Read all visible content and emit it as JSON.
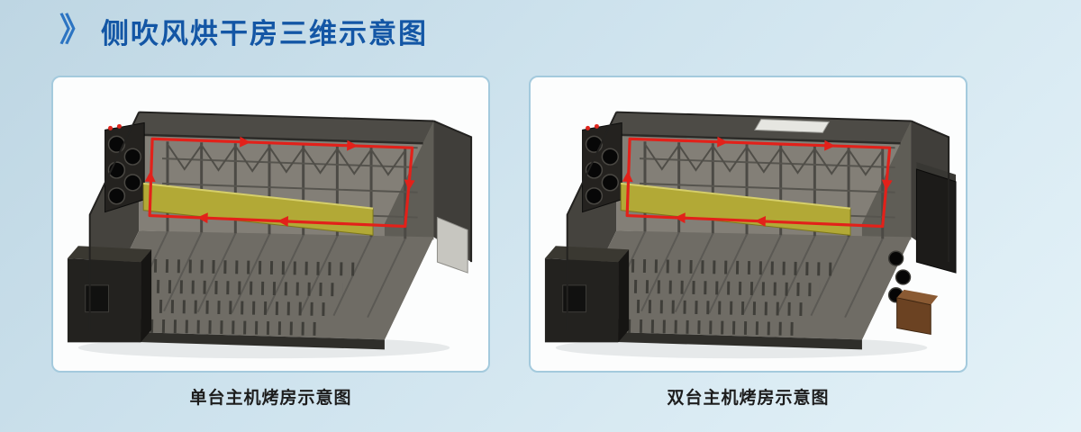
{
  "page": {
    "title": "侧吹风烘干房三维示意图",
    "title_marker": "》"
  },
  "panels": [
    {
      "caption": "单台主机烤房示意图",
      "render_name": "single-host-drying-room"
    },
    {
      "caption": "双台主机烤房示意图",
      "render_name": "dual-host-drying-room"
    }
  ],
  "colors": {
    "title_blue": "#1356a5",
    "marker_blue": "#2c74c2",
    "card_border": "#a4cadd",
    "background_blue": "#cde2ed",
    "airflow_red": "#e2211a",
    "heater_yellow": "#b2a936",
    "caption_dark": "#1d1d1d"
  }
}
